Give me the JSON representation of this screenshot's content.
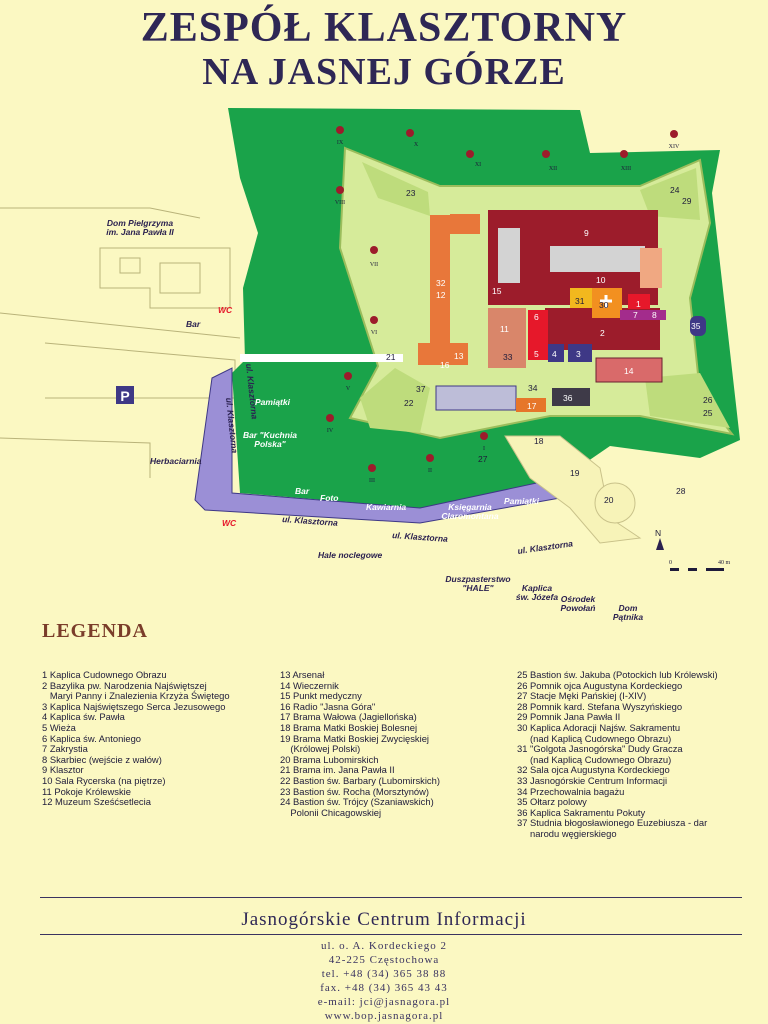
{
  "title": {
    "line1": "ZESPÓŁ KLASZTORNY",
    "line2": "NA JASNEJ GÓRZE"
  },
  "map": {
    "streets": [
      "ul. Klasztorna",
      "ul. Klasztorna",
      "ul. Klasztorna",
      "ul. Klasztorna",
      "ul. Klasztorna"
    ],
    "places": {
      "dom_pielgrzyma_1": "Dom Pielgrzyma",
      "dom_pielgrzyma_2": "im. Jana Pawła II",
      "bar_left": "Bar",
      "wc": "WC",
      "parking": "P",
      "pamiatki_1": "Pamiątki",
      "bar_kuchnia_1": "Bar \"Kuchnia",
      "bar_kuchnia_2": "Polska\"",
      "herbaciarnia": "Herbaciarnia",
      "bar_bottom": "Bar",
      "foto": "Foto",
      "kawiarnia": "Kawiarnia",
      "ksiegarnia_1": "Księgarnia",
      "ksiegarnia_2": "Claromontana",
      "pamiatki_2": "Pamiątki",
      "hale_noclegowe": "Hale noclegowe",
      "duszpasterstwo_1": "Duszpasterstwo",
      "duszpasterstwo_2": "\"HALE\"",
      "kaplica_1": "Kaplica",
      "kaplica_2": "św. Józefa",
      "osrodek_1": "Ośrodek",
      "osrodek_2": "Powołań",
      "dom_patnika_1": "Dom",
      "dom_patnika_2": "Pątnika",
      "north": "N",
      "scale_0": "0",
      "scale_40": "40 m"
    },
    "stations": [
      "I",
      "II",
      "III",
      "IV",
      "V",
      "VI",
      "VII",
      "VIII",
      "IX",
      "X",
      "XI",
      "XII",
      "XIII",
      "XIV"
    ],
    "numbers": [
      "1",
      "2",
      "3",
      "4",
      "5",
      "6",
      "7",
      "8",
      "9",
      "10",
      "11",
      "12",
      "13",
      "14",
      "15",
      "16",
      "17",
      "18",
      "19",
      "20",
      "21",
      "22",
      "23",
      "24",
      "25",
      "26",
      "27",
      "28",
      "29",
      "30",
      "31",
      "32",
      "33",
      "34",
      "35",
      "36",
      "37"
    ]
  },
  "legend": {
    "heading": "LEGENDA",
    "col1": [
      "1 Kaplica Cudownego Obrazu",
      "2 Bazylika pw. Narodzenia Najświętszej",
      "   Maryi Panny i Znalezienia Krzyża Świętego",
      "3 Kaplica Najświętszego Serca Jezusowego",
      "4 Kaplica św. Pawła",
      "5 Wieża",
      "6 Kaplica św. Antoniego",
      "7 Zakrystia",
      "8 Skarbiec (wejście z wałów)",
      "9 Klasztor",
      "10 Sala Rycerska (na piętrze)",
      "11 Pokoje Królewskie",
      "12 Muzeum Sześćsetlecia"
    ],
    "col2": [
      "13 Arsenał",
      "14 Wieczernik",
      "15 Punkt medyczny",
      "16 Radio \"Jasna Góra\"",
      "17 Brama Wałowa (Jagiellońska)",
      "18 Brama Matki Boskiej Bolesnej",
      "19 Brama Matki Boskiej Zwycięskiej",
      "    (Królowej Polski)",
      "20 Brama Lubomirskich",
      "21 Brama im. Jana Pawła II",
      "22 Bastion św. Barbary (Lubomirskich)",
      "23 Bastion św. Rocha (Morsztynów)",
      "24 Bastion św. Trójcy (Szaniawskich)",
      "    Polonii Chicagowskiej"
    ],
    "col3": [
      "25 Bastion św. Jakuba (Potockich lub Królewski)",
      "26 Pomnik ojca Augustyna Kordeckiego",
      "27 Stacje Męki Pańskiej (I-XIV)",
      "28 Pomnik kard. Stefana Wyszyńskiego",
      "29 Pomnik Jana Pawła II",
      "30 Kaplica Adoracji Najśw. Sakramentu",
      "     (nad Kaplicą Cudownego Obrazu)",
      "31 \"Golgota Jasnogórska\" Dudy Gracza",
      "     (nad Kaplicą Cudownego Obrazu)",
      "32 Sala ojca Augustyna Kordeckiego",
      "33 Jasnogórskie Centrum Informacji",
      "34 Przechowalnia bagażu",
      "35 Ołtarz polowy",
      "36 Kaplica Sakramentu Pokuty",
      "37 Studnia błogosławionego Euzebiusza - dar",
      "     narodu węgierskiego"
    ]
  },
  "footer": {
    "title": "Jasnogórskie Centrum Informacji",
    "address1": "ul. o. A. Kordeckiego 2",
    "address2": "42-225 Częstochowa",
    "tel": "tel. +48 (34) 365 38 88",
    "fax": "fax. +48 (34) 365 43 43",
    "email": "e-mail: jci@jasnagora.pl",
    "web": "www.bop.jasnagora.pl"
  },
  "colors": {
    "background": "#fbf8c2",
    "park_green": "#1aa34a",
    "fortress_light": "#d6eb9a",
    "basilica": "#9c1c2b",
    "orange": "#e8773a",
    "street_purple": "#9b8fd6",
    "title_navy": "#2e2755"
  }
}
